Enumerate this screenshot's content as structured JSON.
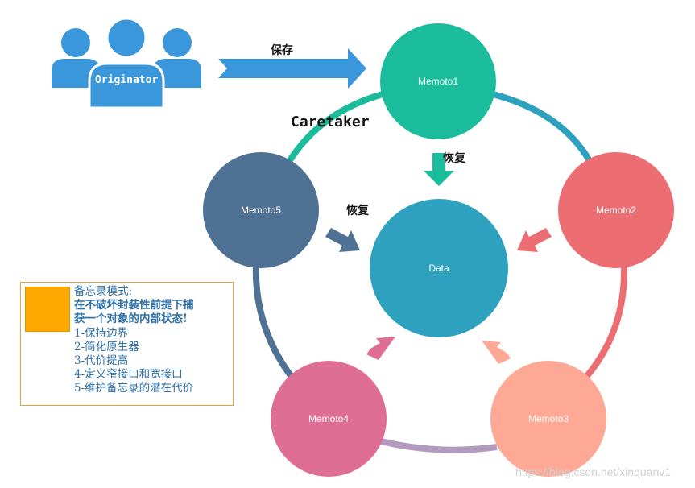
{
  "diagram": {
    "originator": {
      "label": "Originator"
    },
    "save_label": "保存",
    "caretaker_label": "Caretaker",
    "restore_label_top": "恢复",
    "restore_label_left": "恢复",
    "center": {
      "label": "Data",
      "color": "#2ea1bf"
    },
    "mementos": [
      {
        "label": "Memoto1",
        "color": "#1bbc9b"
      },
      {
        "label": "Memoto2",
        "color": "#ec6d72"
      },
      {
        "label": "Memoto3",
        "color": "#fea896"
      },
      {
        "label": "Memoto4",
        "color": "#de6e94"
      },
      {
        "label": "Memoto5",
        "color": "#4f7193"
      }
    ],
    "ring_arcs": {
      "m1_m2": "#2ea1bf",
      "m2_m3": "#ec6d72",
      "m3_m4": "#b39bbf",
      "m4_m5": "#4f7193",
      "m5_m1": "#1bbc9b"
    },
    "colors": {
      "originator": "#3a97db",
      "save_arrow": "#3a97db"
    }
  },
  "note": {
    "title": "备忘录模式:",
    "bold_lines": [
      "在不破坏封装性前提下捕",
      "获一个对象的内部状态!"
    ],
    "items": [
      "1-保持边界",
      "2-简化原生器",
      "3-代价提高",
      "4-定义窄接口和宽接口",
      "5-维护备忘录的潜在代价"
    ],
    "swatch_color": "#ffaa00"
  },
  "watermark": "https://blog.csdn.net/xinquanv1"
}
